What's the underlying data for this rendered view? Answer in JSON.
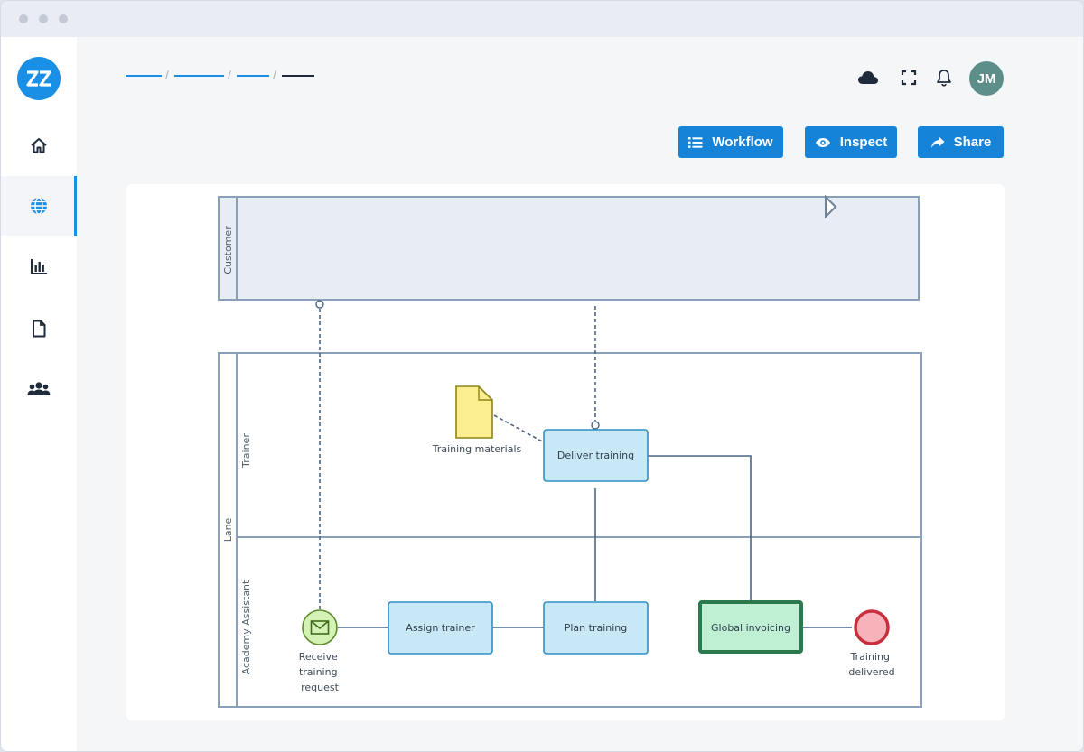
{
  "window": {
    "controls": [
      "close-dot",
      "minimize-dot",
      "maximize-dot"
    ]
  },
  "sidebar": {
    "logo_text": "ZZ",
    "items": [
      {
        "icon": "home-icon",
        "active": false
      },
      {
        "icon": "globe-icon",
        "active": true
      },
      {
        "icon": "bar-chart-icon",
        "active": false
      },
      {
        "icon": "document-icon",
        "active": false
      },
      {
        "icon": "users-icon",
        "active": false
      }
    ]
  },
  "header": {
    "breadcrumb": {
      "separator": "/"
    },
    "icons": [
      "cloud-icon",
      "fullscreen-icon",
      "bell-icon"
    ],
    "avatar_initials": "JM"
  },
  "toolbar": {
    "workflow_label": "Workflow",
    "inspect_label": "Inspect",
    "share_label": "Share"
  },
  "diagram": {
    "pools": [
      {
        "label": "Customer"
      },
      {
        "label": "Lane",
        "lanes": [
          {
            "label": "Trainer"
          },
          {
            "label": "Academy Assistant"
          }
        ]
      }
    ],
    "data_object": {
      "label": "Training materials"
    },
    "tasks": [
      {
        "id": "deliver",
        "label": "Deliver training"
      },
      {
        "id": "assign",
        "label": "Assign trainer"
      },
      {
        "id": "plan",
        "label": "Plan training"
      },
      {
        "id": "invoice",
        "label": "Global invoicing"
      }
    ],
    "start_event": {
      "label_lines": [
        "Receive",
        "training",
        "request"
      ]
    },
    "end_event": {
      "label_lines": [
        "Training",
        "delivered"
      ]
    }
  },
  "colors": {
    "accent": "#1583d8",
    "task_fill": "#c8e8f8",
    "task_stroke": "#2f8fc2",
    "invoice_fill": "#bff0d4",
    "invoice_stroke": "#2a7a4d",
    "start_fill": "#d4f2b6",
    "end_fill": "#f7b3b9",
    "data_object_fill": "#fbee8f",
    "pool_fill": "#e8ecf4",
    "pool_stroke": "#8aa0b8"
  }
}
